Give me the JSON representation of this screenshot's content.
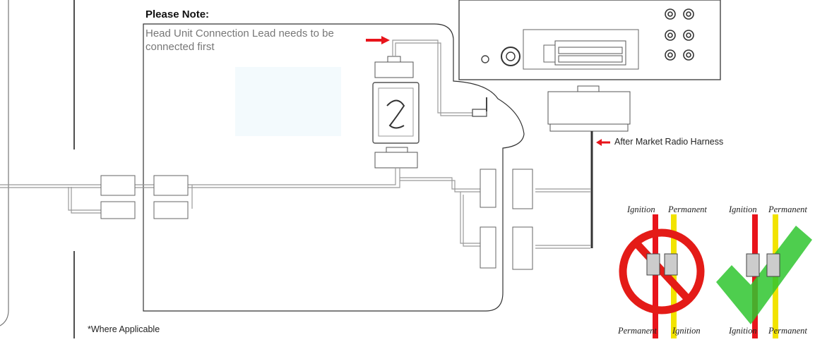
{
  "note": {
    "title": "Please Note:",
    "body": "Head Unit Connection Lead needs to be connected first"
  },
  "labels": {
    "harness": "After Market Radio Harness",
    "footnote": "*Where Applicable"
  },
  "wiring_examples": {
    "wrong": {
      "top_left": "Ignition",
      "top_right": "Permanent",
      "bottom_left": "Permanent",
      "bottom_right": "Ignition"
    },
    "correct": {
      "top_left": "Ignition",
      "top_right": "Permanent",
      "bottom_left": "Ignition",
      "bottom_right": "Permanent"
    }
  },
  "colors": {
    "arrow": "#e8141b",
    "ignition_wire": "#e8141b",
    "permanent_wire": "#f2e300",
    "prohibited": "#e41b17",
    "check": "#2fc52f"
  }
}
